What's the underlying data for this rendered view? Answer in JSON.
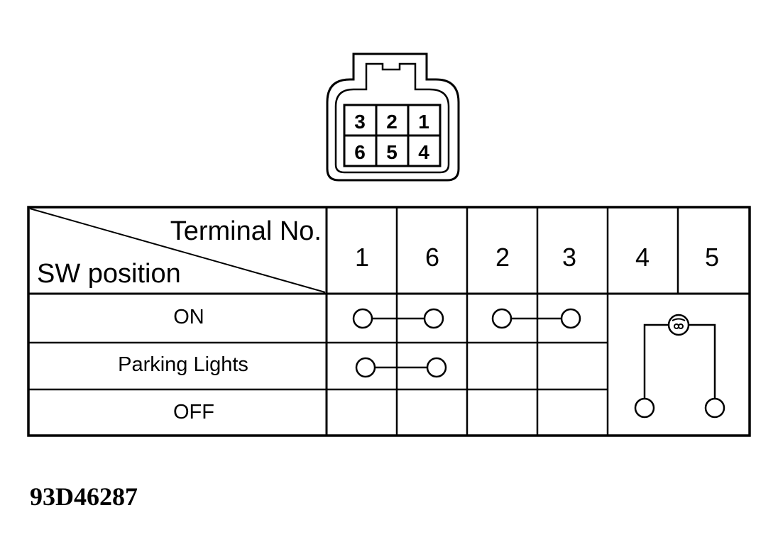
{
  "connector": {
    "pins_top": [
      "3",
      "2",
      "1"
    ],
    "pins_bottom": [
      "6",
      "5",
      "4"
    ]
  },
  "table": {
    "header_top": "Terminal No.",
    "header_bottom": "SW position",
    "terminals": [
      "1",
      "6",
      "2",
      "3",
      "4",
      "5"
    ],
    "rows": [
      "ON",
      "Parking Lights",
      "OFF"
    ]
  },
  "continuity": [
    {
      "row": "ON",
      "terminals": [
        "1",
        "6"
      ]
    },
    {
      "row": "ON",
      "terminals": [
        "2",
        "3"
      ]
    },
    {
      "row": "Parking Lights",
      "terminals": [
        "1",
        "6"
      ]
    }
  ],
  "bulb_circuit": {
    "terminals": [
      "4",
      "5"
    ],
    "symbol": "bulb-icon"
  },
  "figure_id": "93D46287"
}
